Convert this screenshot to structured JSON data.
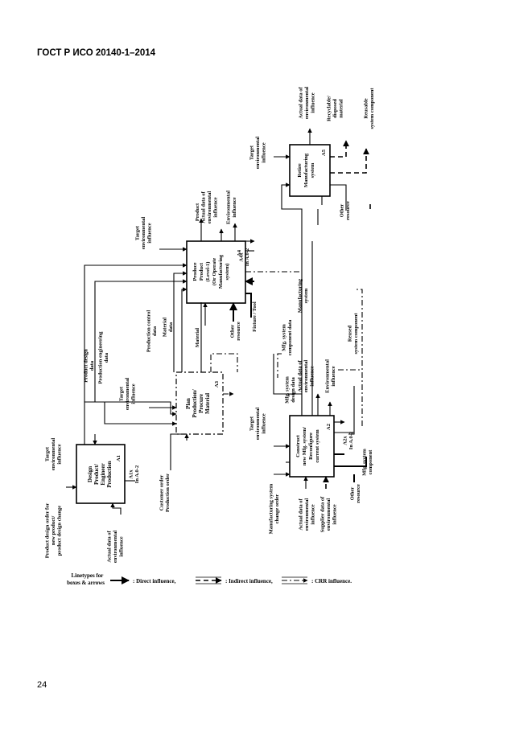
{
  "page": {
    "header": "ГОСТ Р ИСО 20140-1–2014",
    "number": "24"
  },
  "diagram": {
    "boxes": [
      {
        "id": "A1",
        "label": [
          "Design",
          "Product/",
          "Engineer",
          "Production"
        ]
      },
      {
        "id": "A3",
        "label": [
          "Plan",
          "Production/",
          "Procure",
          "Material"
        ]
      },
      {
        "id": "A4",
        "label": [
          "Produce",
          "Product",
          "(Level-1)",
          "(Or Operate",
          "Manufacturing",
          "system)"
        ]
      },
      {
        "id": "A2",
        "label": [
          "Construct",
          "new Mfg. system/",
          "Reconfigure",
          "current system"
        ]
      },
      {
        "id": "A5",
        "label": [
          "Retire",
          "Manufacturing",
          "system"
        ]
      }
    ],
    "labels": {
      "product_design_order": [
        "Product design order for",
        "new product/",
        "product design change"
      ],
      "actual_data_a1": [
        "Actual data of",
        "environmental",
        "influence"
      ],
      "target_env_a1": [
        "Target",
        "environmental",
        "influence"
      ],
      "a1x": [
        "A1x",
        "In A.0-2"
      ],
      "customer_order": [
        "Customer order",
        "Production order"
      ],
      "product_design_data": [
        "Product design",
        "data"
      ],
      "production_eng_data": [
        "Production engineering",
        "data"
      ],
      "target_env_a3": [
        "Target",
        "environmental",
        "influence"
      ],
      "production_control_data": [
        "Production control",
        "data"
      ],
      "material_data": [
        "Material",
        "data"
      ],
      "material": "Material",
      "target_env_a4": [
        "Target",
        "environmental",
        "influence"
      ],
      "product": "Product",
      "actual_data_a4": [
        "Actual data of",
        "environmental",
        "influence"
      ],
      "env_influence_a4": [
        "Environmental",
        "influence"
      ],
      "a4x": [
        "A4x",
        "In A.0-2"
      ],
      "other_resource_a4": [
        "Other",
        "resource"
      ],
      "fixture_tool": "Fixture / Tool",
      "manufacturing_system": [
        "Manufacturing",
        "system"
      ],
      "mfg_system_component_data": [
        "Mfg. system",
        "component data"
      ],
      "mfg_system_design_data": [
        "Mfg. system",
        "design data"
      ],
      "actual_data_a2": [
        "Actual data of",
        "environmental",
        "influence"
      ],
      "env_influence_a2": [
        "Environmental",
        "influence"
      ],
      "reused_component": [
        "Reused",
        "system component"
      ],
      "target_env_a2": [
        "Target",
        "environmental",
        "influence"
      ],
      "a2x": [
        "A2x",
        "In A.0-2"
      ],
      "mfg_system_component": [
        "Mfg. system",
        "component"
      ],
      "other_resource_a2": [
        "Other",
        "resource"
      ],
      "mfg_change_order": [
        "Manufacturing system",
        "change order"
      ],
      "actual_data_lower": [
        "Actual data of",
        "environmental",
        "influence"
      ],
      "supplier_data": [
        "Supplier data of",
        "environmental",
        "influence"
      ],
      "target_env_a5": [
        "Target",
        "environmental",
        "influence"
      ],
      "actual_data_a5": [
        "Actual data of",
        "environmental",
        "influence"
      ],
      "recyclable": [
        "Recyclable/",
        "disposed",
        "material"
      ],
      "reusable": [
        "Reusable",
        "system component"
      ],
      "other_resource_a5": [
        "Other",
        "resource"
      ]
    },
    "legend": {
      "title": [
        "Linetypes for",
        "boxes & arrows"
      ],
      "direct": ": Direct influence,",
      "indirect": ": Indirect influence,",
      "crr": ": CRR influence."
    }
  }
}
